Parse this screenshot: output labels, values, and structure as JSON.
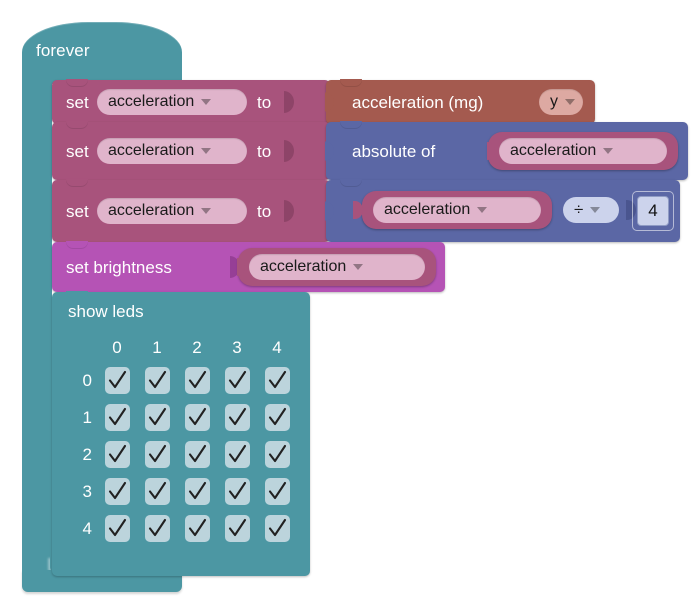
{
  "editor": {
    "kind": "blockly-workspace",
    "background": "#ffffff"
  },
  "colors": {
    "loop_teal": "#4c97a3",
    "variable_magenta": "#a8537c",
    "set_brightness_purple": "#b css",
    "led_teal": "#4c97a3",
    "input_red": "#a45a4f",
    "math_blue": "#5b67a5",
    "pill_pink": "#e0b4cb",
    "pill_blue": "#ccd3ec",
    "text_white": "#ffffff",
    "text_dark": "#1a1a1a"
  },
  "blocks": {
    "forever": {
      "label": "forever"
    },
    "set_row_1": {
      "keyword": "set",
      "variable": "acceleration",
      "to": "to",
      "value_block": {
        "label": "acceleration (mg)",
        "axis": "y"
      }
    },
    "set_row_2": {
      "keyword": "set",
      "variable": "acceleration",
      "to": "to",
      "value_block": {
        "label": "absolute of",
        "operand": "acceleration"
      }
    },
    "set_row_3": {
      "keyword": "set",
      "variable": "acceleration",
      "to": "to",
      "value_block": {
        "left_operand": "acceleration",
        "operator": "÷",
        "right_operand": "4"
      }
    },
    "set_brightness": {
      "label": "set brightness",
      "value": "acceleration"
    },
    "show_leds": {
      "label": "show leds",
      "column_headers": [
        "0",
        "1",
        "2",
        "3",
        "4"
      ],
      "row_headers": [
        "0",
        "1",
        "2",
        "3",
        "4"
      ],
      "matrix": [
        [
          true,
          true,
          true,
          true,
          true
        ],
        [
          true,
          true,
          true,
          true,
          true
        ],
        [
          true,
          true,
          true,
          true,
          true
        ],
        [
          true,
          true,
          true,
          true,
          true
        ],
        [
          true,
          true,
          true,
          true,
          true
        ]
      ],
      "checked_glyph": "check-icon"
    }
  }
}
